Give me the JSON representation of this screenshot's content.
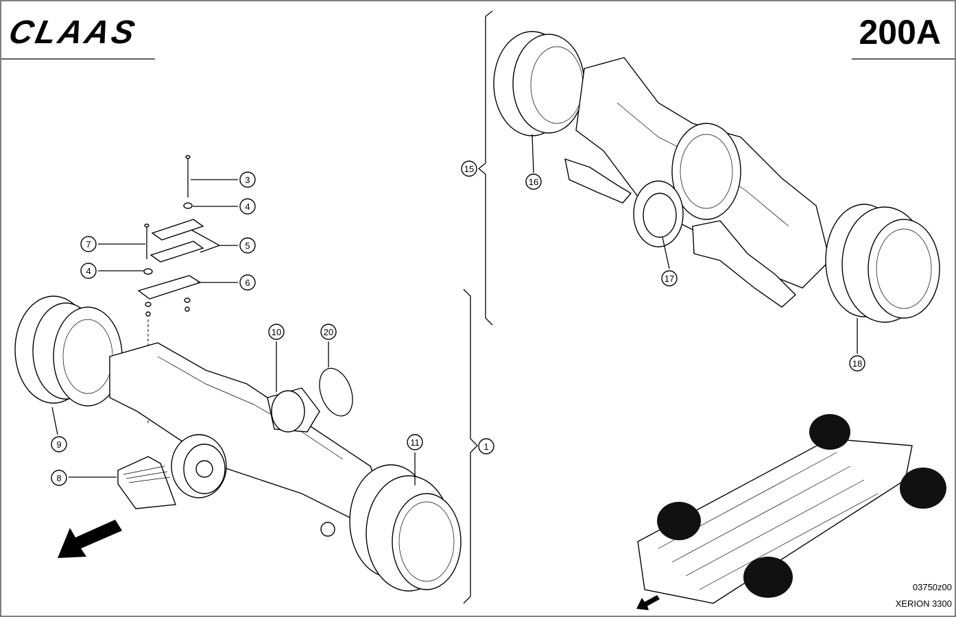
{
  "header": {
    "brand": "CLAAS",
    "page_code": "200A"
  },
  "footer": {
    "drawing_number": "03750z00",
    "model": "XERION 3300"
  },
  "callouts": [
    {
      "id": "c1",
      "label": "1"
    },
    {
      "id": "c3",
      "label": "3"
    },
    {
      "id": "c4a",
      "label": "4"
    },
    {
      "id": "c4b",
      "label": "4"
    },
    {
      "id": "c5",
      "label": "5"
    },
    {
      "id": "c6",
      "label": "6"
    },
    {
      "id": "c7",
      "label": "7"
    },
    {
      "id": "c8",
      "label": "8"
    },
    {
      "id": "c9",
      "label": "9"
    },
    {
      "id": "c10",
      "label": "10"
    },
    {
      "id": "c11",
      "label": "11"
    },
    {
      "id": "c15",
      "label": "15"
    },
    {
      "id": "c16",
      "label": "16"
    },
    {
      "id": "c17",
      "label": "17"
    },
    {
      "id": "c18",
      "label": "18"
    },
    {
      "id": "c20",
      "label": "20"
    }
  ]
}
